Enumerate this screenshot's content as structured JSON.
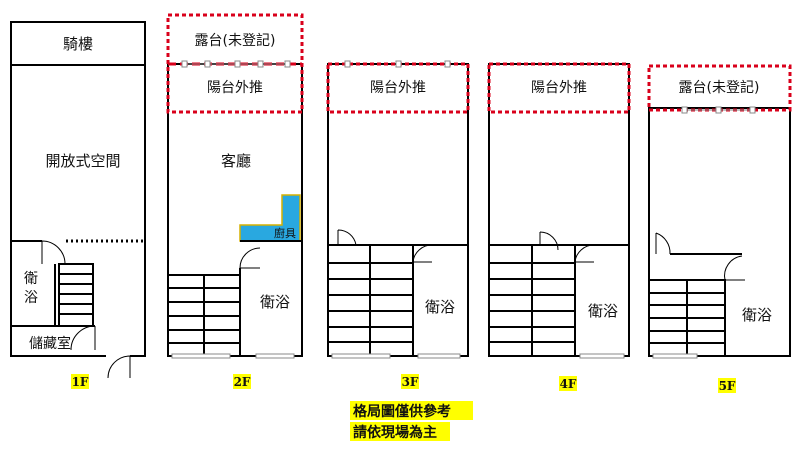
{
  "floors": {
    "f1": {
      "label": "1F",
      "arcade": "騎樓",
      "open_space": "開放式空間",
      "bath": "衛\n浴",
      "storage": "儲藏室"
    },
    "f2": {
      "label": "2F",
      "terrace": "露台(未登記)",
      "balcony": "陽台外推",
      "living": "客廳",
      "kitchen": "廚具",
      "bath": "衛浴"
    },
    "f3": {
      "label": "3F",
      "balcony": "陽台外推",
      "bath": "衛浴"
    },
    "f4": {
      "label": "4F",
      "balcony": "陽台外推",
      "bath": "衛浴"
    },
    "f5": {
      "label": "5F",
      "terrace": "露台(未登記)",
      "bath": "衛浴"
    }
  },
  "note": {
    "line1": "格局圖僅供參考",
    "line2": "請依現場為主"
  },
  "colors": {
    "wall": "#000000",
    "dashed": "#d9001b",
    "kitchen": "#29a8e0",
    "kitchen_border": "#d6b100",
    "highlight": "#ffff00",
    "window": "#888888"
  }
}
